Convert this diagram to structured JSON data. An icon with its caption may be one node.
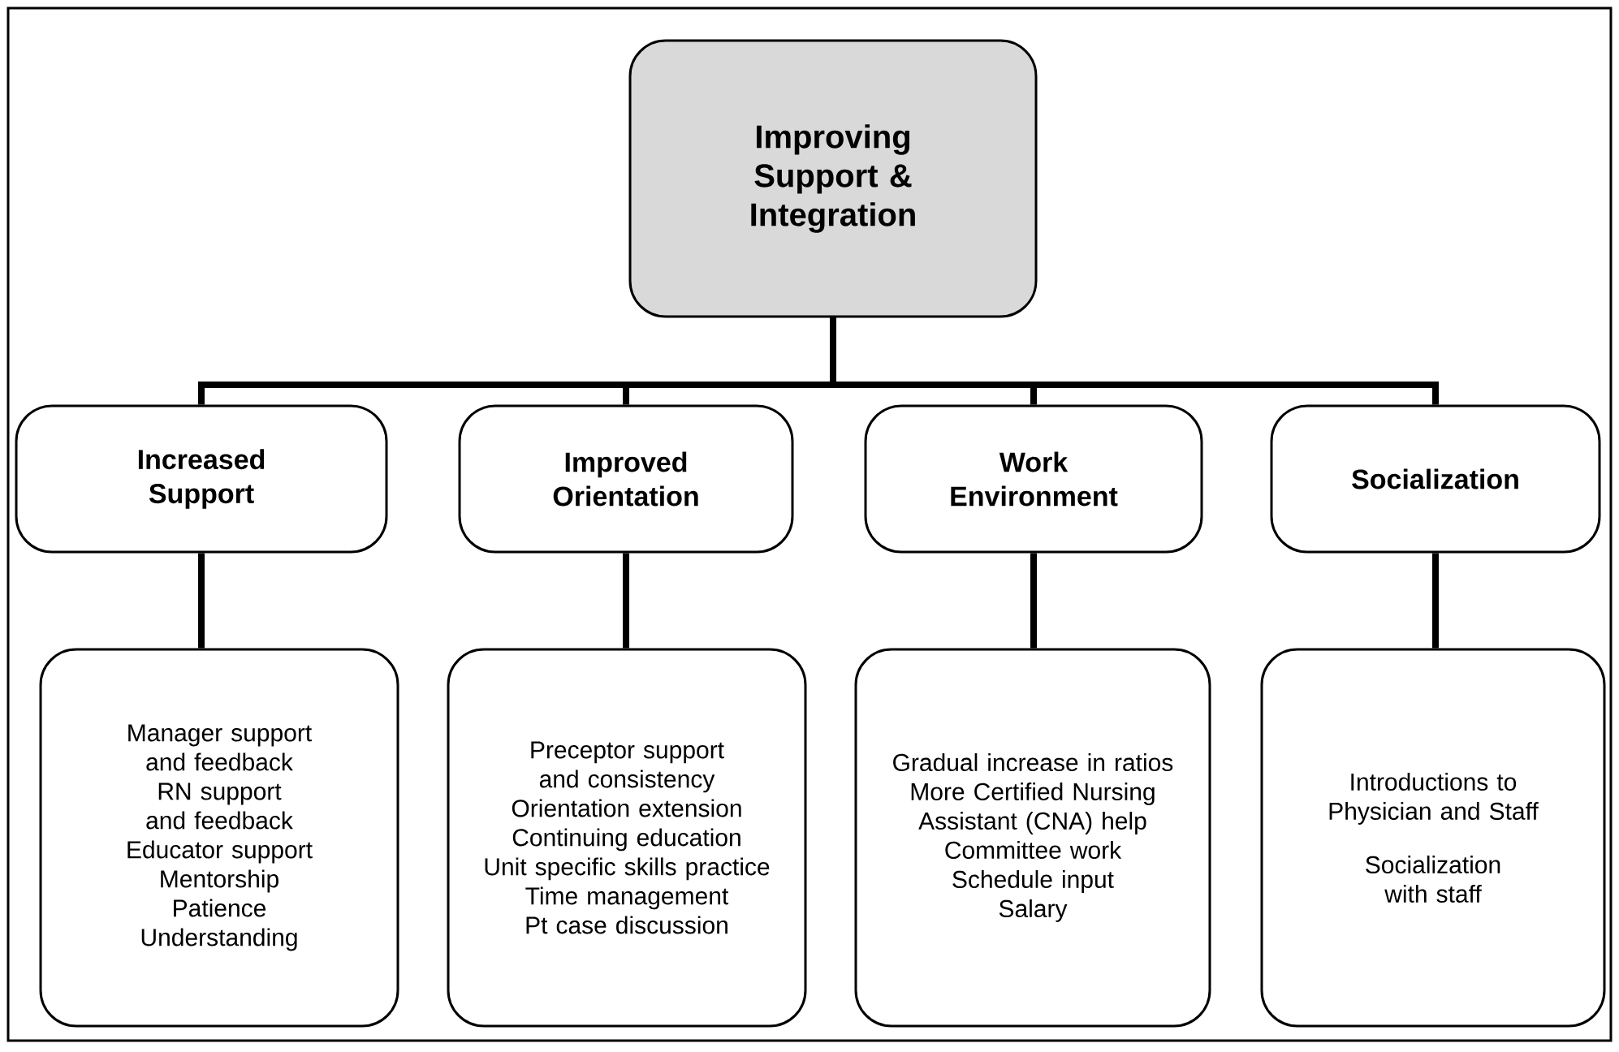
{
  "diagram": {
    "nodes": [
      {
        "text": [
          "Improving Support & Integration"
        ]
      },
      {
        "text": [
          "Increased Support"
        ]
      },
      {
        "text": [
          "Improved Orientation"
        ]
      },
      {
        "text": [
          "Work Environment"
        ]
      },
      {
        "text": [
          "Socialization"
        ]
      },
      {
        "text": [
          "Manager support and feedback",
          "RN support and feedback",
          "Educator support",
          "Mentorship",
          "Patience",
          "Understanding"
        ]
      },
      {
        "text": [
          "Preceptor support and consistency",
          "Orientation extension",
          "Continuing education",
          "Unit specific skills practice",
          "Time management",
          "Pt case discussion"
        ]
      },
      {
        "text": [
          "Gradual increase in ratios",
          "More Certified Nursing Assistant (CNA) help",
          "Committee work",
          "Schedule input",
          "Salary"
        ]
      },
      {
        "text": [
          "Introductions to Physician and Staff",
          "Socialization with staff"
        ]
      }
    ],
    "edges": [
      {
        "from": 0,
        "to": 1,
        "arrow": "none"
      },
      {
        "from": 0,
        "to": 2,
        "arrow": "none"
      },
      {
        "from": 0,
        "to": 3,
        "arrow": "none"
      },
      {
        "from": 0,
        "to": 4,
        "arrow": "none"
      },
      {
        "from": 1,
        "to": 5,
        "arrow": "none"
      },
      {
        "from": 2,
        "to": 6,
        "arrow": "none"
      },
      {
        "from": 3,
        "to": 7,
        "arrow": "none"
      },
      {
        "from": 4,
        "to": 8,
        "arrow": "none"
      }
    ]
  }
}
